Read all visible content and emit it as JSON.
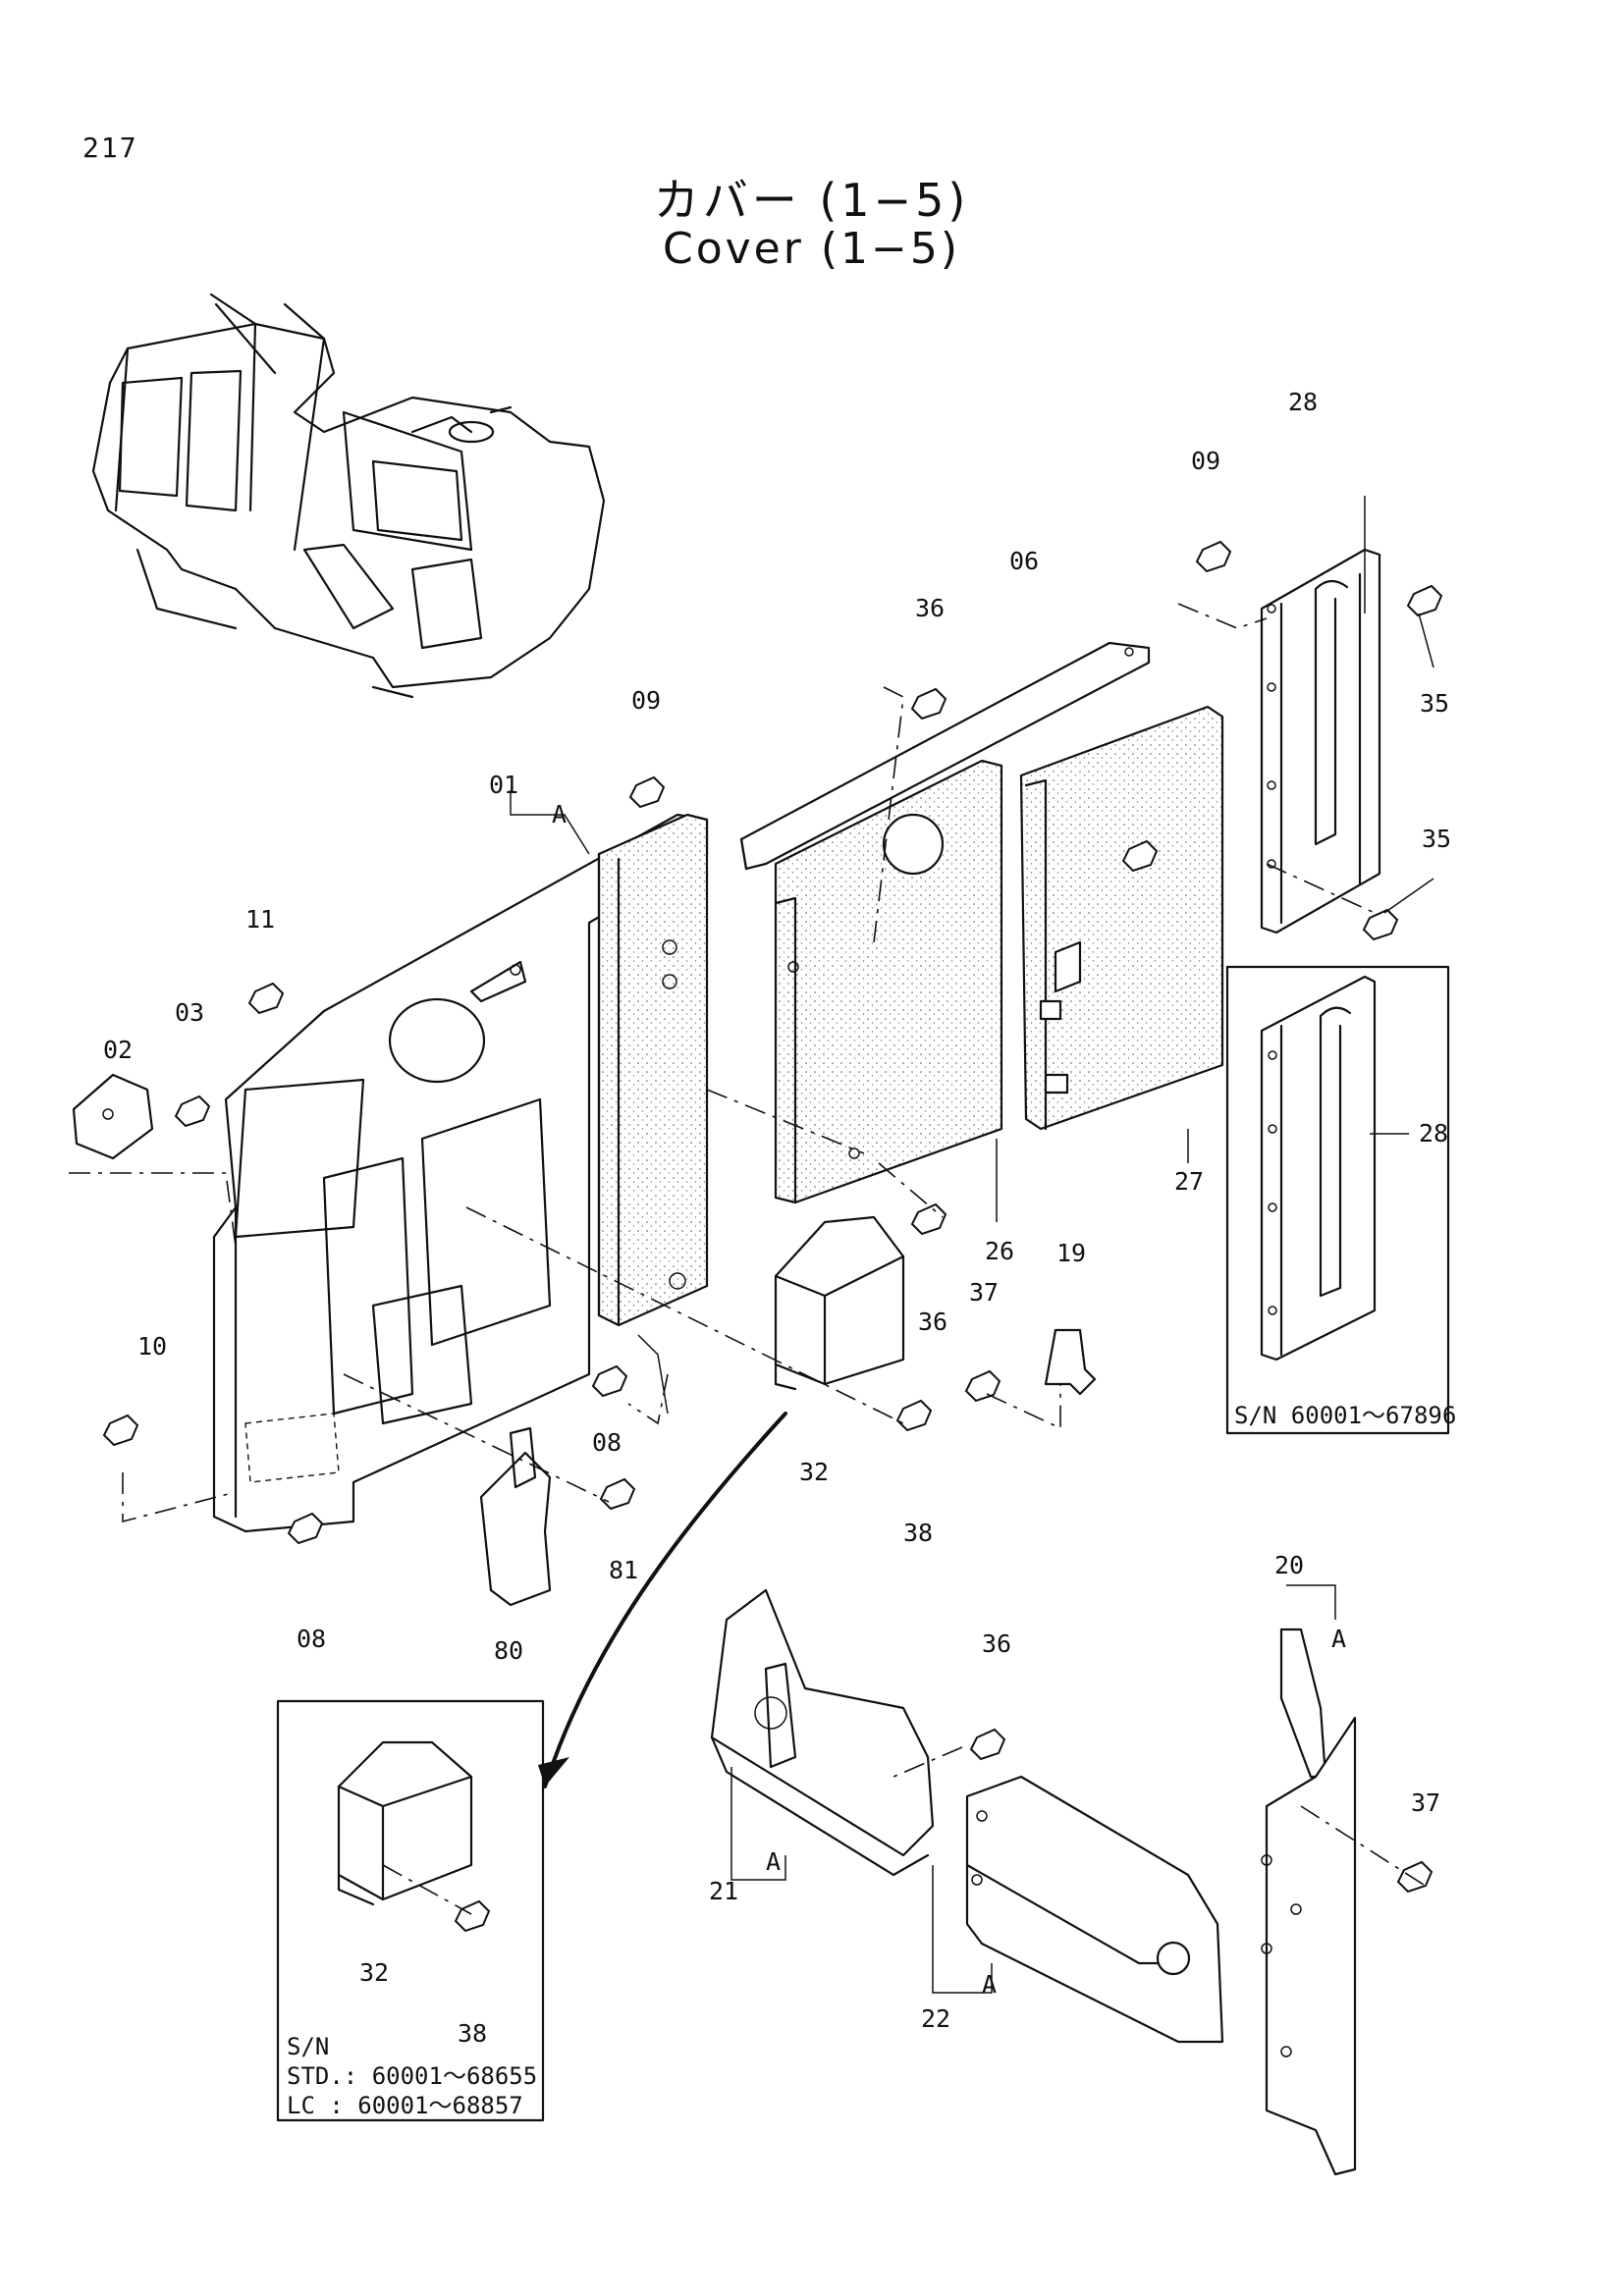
{
  "page": {
    "number": "217"
  },
  "title": {
    "jp": "カバー (1−5)",
    "en": "Cover (1−5)"
  },
  "callouts": {
    "c01": "01",
    "c02": "02",
    "c03": "03",
    "c06": "06",
    "c08a": "08",
    "c08b": "08",
    "c09a": "09",
    "c09b": "09",
    "c10": "10",
    "c11": "11",
    "c19": "19",
    "c20": "20",
    "c21": "21",
    "c22": "22",
    "c26": "26",
    "c27": "27",
    "c28a": "28",
    "c28b": "28",
    "c32a": "32",
    "c32b": "32",
    "c35a": "35",
    "c35b": "35",
    "c36a": "36",
    "c36b": "36",
    "c36c": "36",
    "c37a": "37",
    "c37b": "37",
    "c38a": "38",
    "c38b": "38",
    "c80": "80",
    "c81": "81",
    "refA1": "A",
    "refA2": "A",
    "refA3": "A",
    "refA4": "A"
  },
  "notes": {
    "serial_28": "S/N 60001～67896",
    "serial_32_head": "S/N",
    "serial_32_std": "STD.: 60001～68655",
    "serial_32_lc": "LC  : 60001～68857"
  }
}
